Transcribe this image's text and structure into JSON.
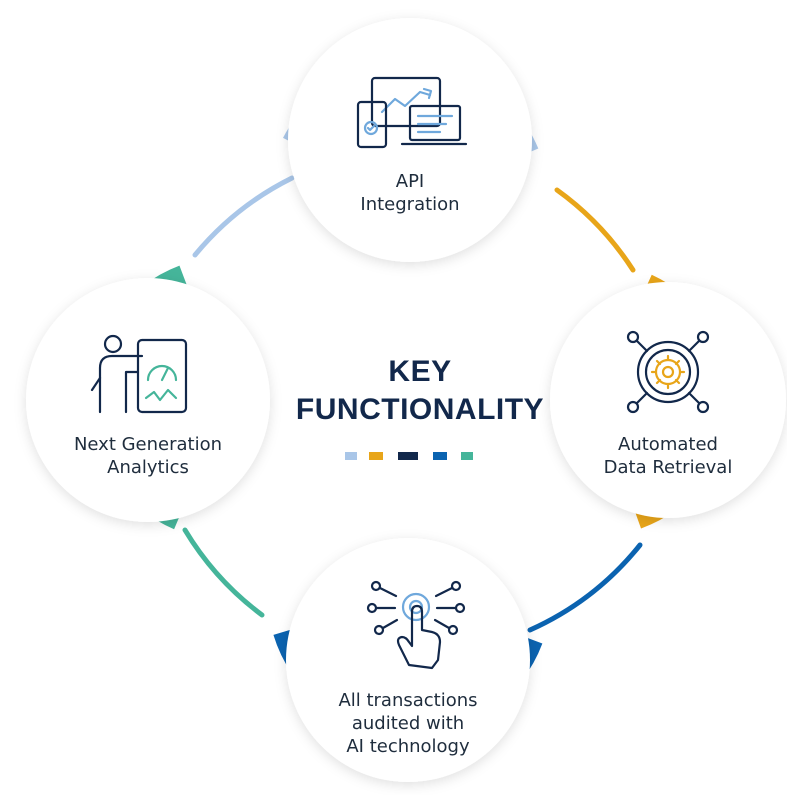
{
  "title": {
    "line1": "KEY",
    "line2": "FUNCTIONALITY"
  },
  "nodes": {
    "api": {
      "line1": "API",
      "line2": "Integration",
      "color": "#a9c6e8",
      "icon": "devices-chart-icon"
    },
    "retrieval": {
      "line1": "Automated",
      "line2": "Data Retrieval",
      "color": "#e8a519",
      "icon": "gear-network-icon"
    },
    "audit": {
      "line1": "All transactions",
      "line2": "audited with",
      "line3": "AI technology",
      "color": "#0b63b0",
      "icon": "hand-gear-network-icon"
    },
    "analytics": {
      "line1": "Next Generation",
      "line2": "Analytics",
      "color": "#45b59a",
      "icon": "presenter-gauge-icon"
    }
  },
  "legend_colors": [
    "#a9c6e8",
    "#e8a519",
    "#12284b",
    "#0b63b0",
    "#45b59a"
  ],
  "text_color": "#12284b"
}
